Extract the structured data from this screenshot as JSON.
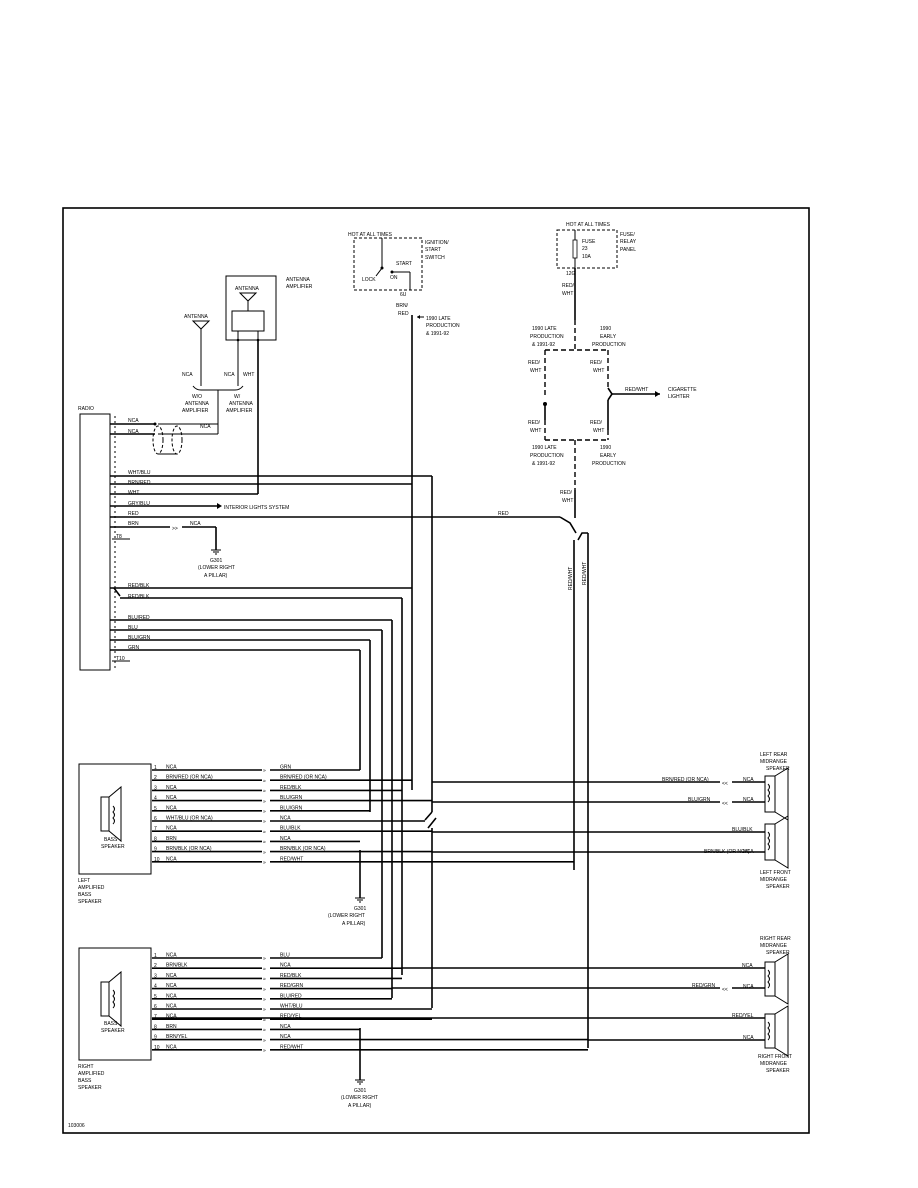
{
  "doc_id": "103006",
  "ignition": {
    "hot": "HOT AT ALL TIMES",
    "label1": "IGNITION/",
    "label2": "START",
    "label3": "SWITCH",
    "start": "START",
    "lock": "LOCK",
    "on": "ON",
    "pin": "6U",
    "wire1": "BRN/",
    "wire2": "RED",
    "note1": "1990 LATE",
    "note2": "PRODUCTION",
    "note3": "& 1991-92"
  },
  "fuse": {
    "hot": "HOT AT ALL TIMES",
    "panel1": "FUSE/",
    "panel2": "RELAY",
    "panel3": "PANEL",
    "name": "FUSE",
    "num": "23",
    "amp": "10A",
    "pin": "12G",
    "wire1": "RED/",
    "wire2": "WHT"
  },
  "antenna": {
    "amp_label1": "ANTENNA",
    "amp_label2": "AMPLIFIER",
    "amp_box": "ANTENNA",
    "antenna": "ANTENNA",
    "nca1": "NCA",
    "nca2": "NCA",
    "wht": "WHT",
    "wo1": "W/O",
    "wo2": "ANTENNA",
    "wo3": "AMPLIFIER",
    "w1": "W/",
    "w2": "ANTENNA",
    "w3": "AMPLIFIER"
  },
  "radio": {
    "label": "RADIO",
    "wires": [
      "NCA",
      "NCA",
      "WHT/BLU",
      "BRN/RED",
      "WHT",
      "GRY/BLU",
      "RED",
      "BRN",
      "RED/BLK",
      "RED/BLK",
      "BLU/RED",
      "BLU",
      "BLU/GRN",
      "GRN"
    ],
    "nca_right": "NCA",
    "t8": "T8",
    "t10": "T10",
    "interior": "INTERIOR LIGHTS SYSTEM",
    "brn_nca": "NCA"
  },
  "grounds": {
    "g1a": "G301",
    "g1b": "(LOWER RIGHT",
    "g1c": "A PILLAR)"
  },
  "production": {
    "late1": "1990 LATE",
    "late2": "PRODUCTION",
    "late3": "& 1991-92",
    "early1": "1990",
    "early2": "EARLY",
    "early3": "PRODUCTION",
    "redwht1": "RED/",
    "redwht2": "WHT",
    "lighter_wire": "RED/WHT",
    "lighter1": "CIGARETTE",
    "lighter2": "LIGHTER",
    "red": "RED",
    "vert1": "RED/WHT",
    "vert2": "RED/WHT"
  },
  "left_amp": {
    "speaker1": "BASS",
    "speaker2": "SPEAKER",
    "label1": "LEFT",
    "label2": "AMPLIFIED",
    "label3": "BASS",
    "label4": "SPEAKER",
    "pins": [
      "1",
      "2",
      "3",
      "4",
      "5",
      "6",
      "7",
      "8",
      "9",
      "10"
    ],
    "inner": [
      "NCA",
      "BRN/RED (OR NCA)",
      "NCA",
      "NCA",
      "NCA",
      "WHT/BLU (OR NCA)",
      "NCA",
      "BRN",
      "BRN/BLK (OR NCA)",
      "NCA"
    ],
    "outer": [
      "GRN",
      "BRN/RED (OR NCA)",
      "RED/BLK",
      "BLU/GRN",
      "BLU/GRN",
      "NCA",
      "BLU/BLK",
      "NCA",
      "BRN/BLK (OR NCA)",
      "RED/WHT"
    ]
  },
  "right_amp": {
    "speaker1": "BASS",
    "speaker2": "SPEAKER",
    "label1": "RIGHT",
    "label2": "AMPLIFIED",
    "label3": "BASS",
    "label4": "SPEAKER",
    "inner": [
      "NCA",
      "BRN/BLK",
      "NCA",
      "NCA",
      "NCA",
      "NCA",
      "NCA",
      "BRN",
      "BRN/YEL",
      "NCA"
    ],
    "outer": [
      "BLU",
      "NCA",
      "RED/BLK",
      "RED/GRN",
      "BLU/RED",
      "WHT/BLU",
      "RED/YEL",
      "NCA",
      "NCA",
      "RED/WHT"
    ]
  },
  "speakers": {
    "lr1": "LEFT REAR",
    "lr2": "MIDRANGE",
    "lr3": "SPEAKER",
    "lf1": "LEFT FRONT",
    "lf2": "MIDRANGE",
    "lf3": "SPEAKER",
    "rr1": "RIGHT REAR",
    "rr2": "MIDRANGE",
    "rr3": "SPEAKER",
    "rf1": "RIGHT FRONT",
    "rf2": "MIDRANGE",
    "rf3": "SPEAKER",
    "lr_w1": "BRN/RED (OR NCA)",
    "lr_n1": "NCA",
    "lr_w2": "BLU/GRN",
    "lr_n2": "NCA",
    "lf_w1": "BLU/BLK",
    "lf_w2": "BRN/BLK (OR NCA)",
    "lf_n2": "NCA",
    "rr_n1": "NCA",
    "rr_w2": "RED/GRN",
    "rr_n2": "NCA",
    "rf_w1": "RED/YEL",
    "rf_n2": "NCA"
  }
}
